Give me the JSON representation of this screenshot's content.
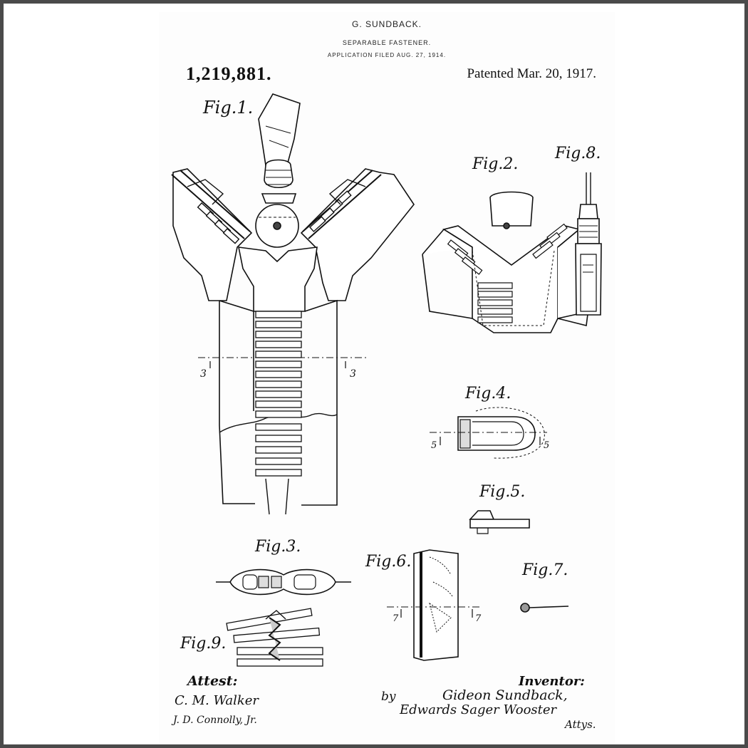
{
  "patent": {
    "inventor_name": "G. SUNDBACK.",
    "title": "SEPARABLE FASTENER.",
    "application": "APPLICATION FILED AUG. 27, 1914.",
    "number": "1,219,881.",
    "date": "Patented Mar. 20, 1917."
  },
  "figures": {
    "fig1": "Fig.1.",
    "fig2": "Fig.2.",
    "fig3": "Fig.3.",
    "fig4": "Fig.4.",
    "fig5": "Fig.5.",
    "fig6": "Fig.6.",
    "fig7": "Fig.7.",
    "fig8": "Fig.8.",
    "fig9": "Fig.9."
  },
  "section_marks": {
    "s3": "3",
    "s5": "5",
    "s7": "7"
  },
  "signatures": {
    "attest": "Attest:",
    "witness1": "C. M. Walker",
    "witness2": "J. D. Connolly, Jr.",
    "inventor_label": "Inventor:",
    "inventor_signature": "Gideon Sundback,",
    "by": "by",
    "attorneys": "Edwards Sager Wooster",
    "attys": "Attys."
  }
}
